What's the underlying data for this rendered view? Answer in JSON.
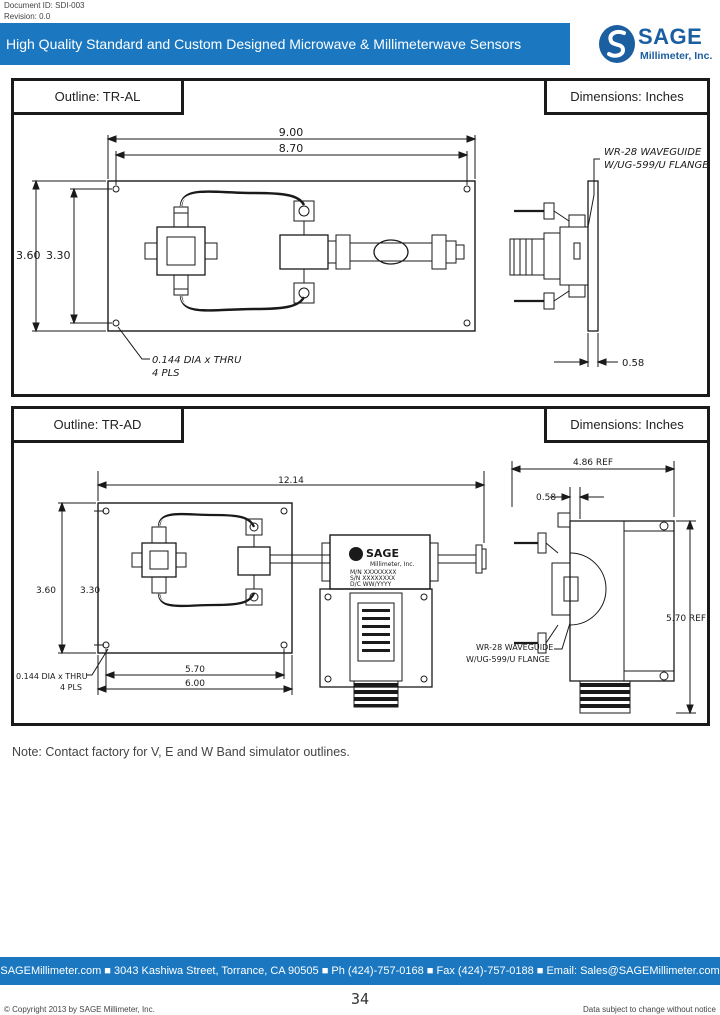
{
  "doc": {
    "id": "Document ID: SDI-003",
    "revision": "Revision: 0.0"
  },
  "banner": {
    "title": "High Quality Standard and Custom Designed Microwave & Millimeterwave Sensors"
  },
  "logo": {
    "brand": "SAGE",
    "sub": "Millimeter, Inc.",
    "icon": "sage-s-icon",
    "color": "#1b5fa0"
  },
  "panel1": {
    "outline": "Outline: TR-AL",
    "dimensions": "Dimensions: Inches",
    "dims": {
      "width_overall": "9.00",
      "width_holes": "8.70",
      "height_overall": "3.60",
      "height_holes": "3.30",
      "flange": "0.58"
    },
    "hole_note": [
      "0.144 DIA x THRU",
      "4 PLS"
    ],
    "waveguide_note": [
      "WR-28 WAVEGUIDE",
      "W/UG-599/U FLANGE"
    ]
  },
  "panel2": {
    "outline": "Outline: TR-AD",
    "dimensions": "Dimensions: Inches",
    "dims": {
      "width_overall": "12.14",
      "height_overall": "3.60",
      "height_holes": "3.30",
      "width_holes": "5.70",
      "width_plate": "6.00",
      "depth_ref": "4.86 REF",
      "flange": "0.58",
      "height_ref": "5.70 REF"
    },
    "hole_note": [
      "0.144 DIA x THRU",
      "4 PLS"
    ],
    "waveguide_note": [
      "WR-28 WAVEGUIDE",
      "W/UG-599/U FLANGE"
    ],
    "label_plate": {
      "brand": "SAGE",
      "sub": "Millimeter, Inc.",
      "lines": [
        "M/N XXXXXXXX",
        "S/N XXXXXXXX",
        "D/C WW/YYYY"
      ]
    }
  },
  "note": "Note: Contact factory for V, E and W Band simulator outlines.",
  "footer": {
    "text": "SAGEMillimeter.com ■ 3043 Kashiwa Street, Torrance, CA 90505 ■ Ph (424)-757-0168 ■ Fax (424)-757-0188 ■ Email: Sales@SAGEMillimeter.com"
  },
  "page_number": "34",
  "copyright": "© Copyright 2013 by SAGE Millimeter, Inc.",
  "notice": "Data  subject to change without notice",
  "colors": {
    "accent": "#1b78c0",
    "ink": "#1a1a1a"
  }
}
